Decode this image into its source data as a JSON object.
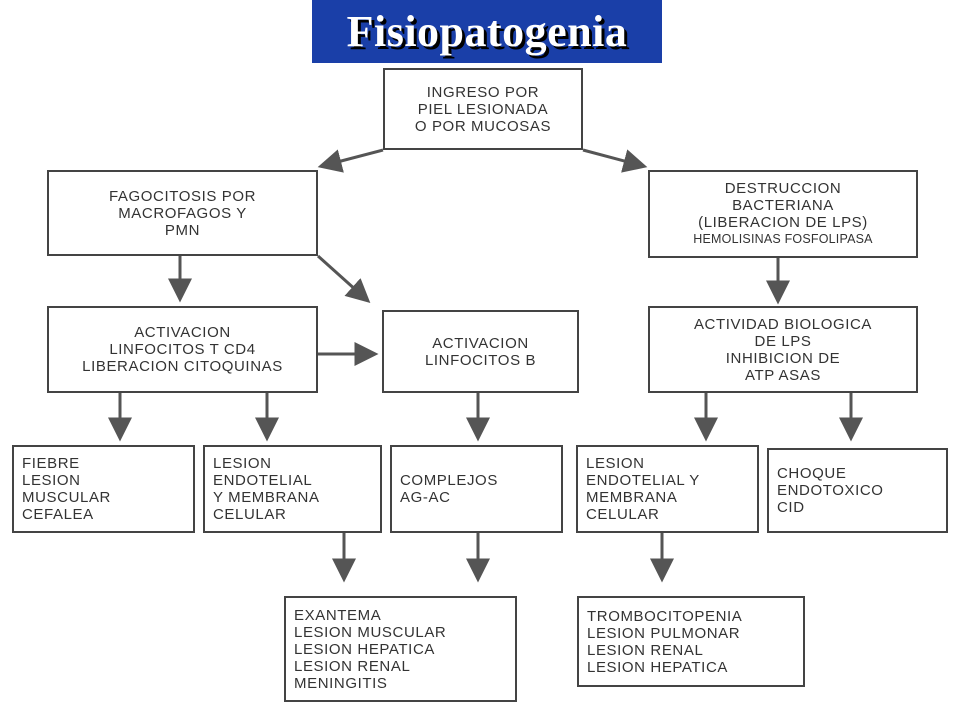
{
  "title": "Fisiopatogenia",
  "nodes": {
    "ingreso": [
      "INGRESO POR",
      "PIEL LESIONADA",
      "O POR MUCOSAS"
    ],
    "fagocitosis": [
      "FAGOCITOSIS POR",
      "MACROFAGOS Y",
      "PMN"
    ],
    "destruccion": [
      "DESTRUCCION",
      "BACTERIANA",
      "(LIBERACION DE LPS)",
      "HEMOLISINAS FOSFOLIPASA"
    ],
    "activacion_t": [
      "ACTIVACION",
      "LINFOCITOS T CD4",
      "LIBERACION CITOQUINAS"
    ],
    "activacion_b": [
      "ACTIVACION",
      "LINFOCITOS B"
    ],
    "actividad_lps": [
      "ACTIVIDAD BIOLOGICA",
      "DE LPS",
      "INHIBICION DE",
      "ATP ASAS"
    ],
    "fiebre": [
      "FIEBRE",
      "LESION",
      "MUSCULAR",
      "CEFALEA"
    ],
    "lesion_endotelial_1": [
      "LESION",
      "ENDOTELIAL",
      "Y MEMBRANA",
      "CELULAR"
    ],
    "complejos": [
      "COMPLEJOS",
      "AG-AC"
    ],
    "lesion_endotelial_2": [
      "LESION",
      "ENDOTELIAL Y",
      "MEMBRANA",
      "CELULAR"
    ],
    "choque": [
      "CHOQUE",
      "ENDOTOXICO",
      "CID"
    ],
    "exantema": [
      "EXANTEMA",
      "LESION MUSCULAR",
      "LESION HEPATICA",
      "LESION RENAL",
      "MENINGITIS"
    ],
    "trombocitopenia": [
      "TROMBOCITOPENIA",
      "LESION PULMONAR",
      "LESION RENAL",
      "LESION HEPATICA"
    ]
  },
  "colors": {
    "title_bg": "#1a3fa8",
    "title_text": "#ffffff",
    "box_border": "#444444",
    "arrow": "#555555"
  }
}
